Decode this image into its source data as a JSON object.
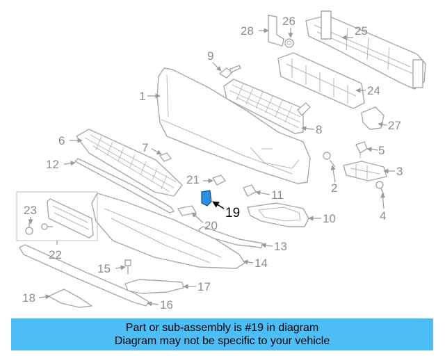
{
  "diagram": {
    "highlight_color": "#2a8fe0",
    "callouts": {
      "c1": "1",
      "c2": "2",
      "c3": "3",
      "c4": "4",
      "c5": "5",
      "c6": "6",
      "c7": "7",
      "c8": "8",
      "c9": "9",
      "c10": "10",
      "c11": "11",
      "c12": "12",
      "c13": "13",
      "c14": "14",
      "c15": "15",
      "c16": "16",
      "c17": "17",
      "c18": "18",
      "c19": "19",
      "c20": "20",
      "c21": "21",
      "c22": "22",
      "c23": "23",
      "c24": "24",
      "c25": "25",
      "c26": "26",
      "c27": "27",
      "c28": "28"
    }
  },
  "banner": {
    "line1": "Part or sub-assembly is #19 in diagram",
    "line2": "Diagram may not be specific to your vehicle",
    "background": "#4dbdf5"
  }
}
